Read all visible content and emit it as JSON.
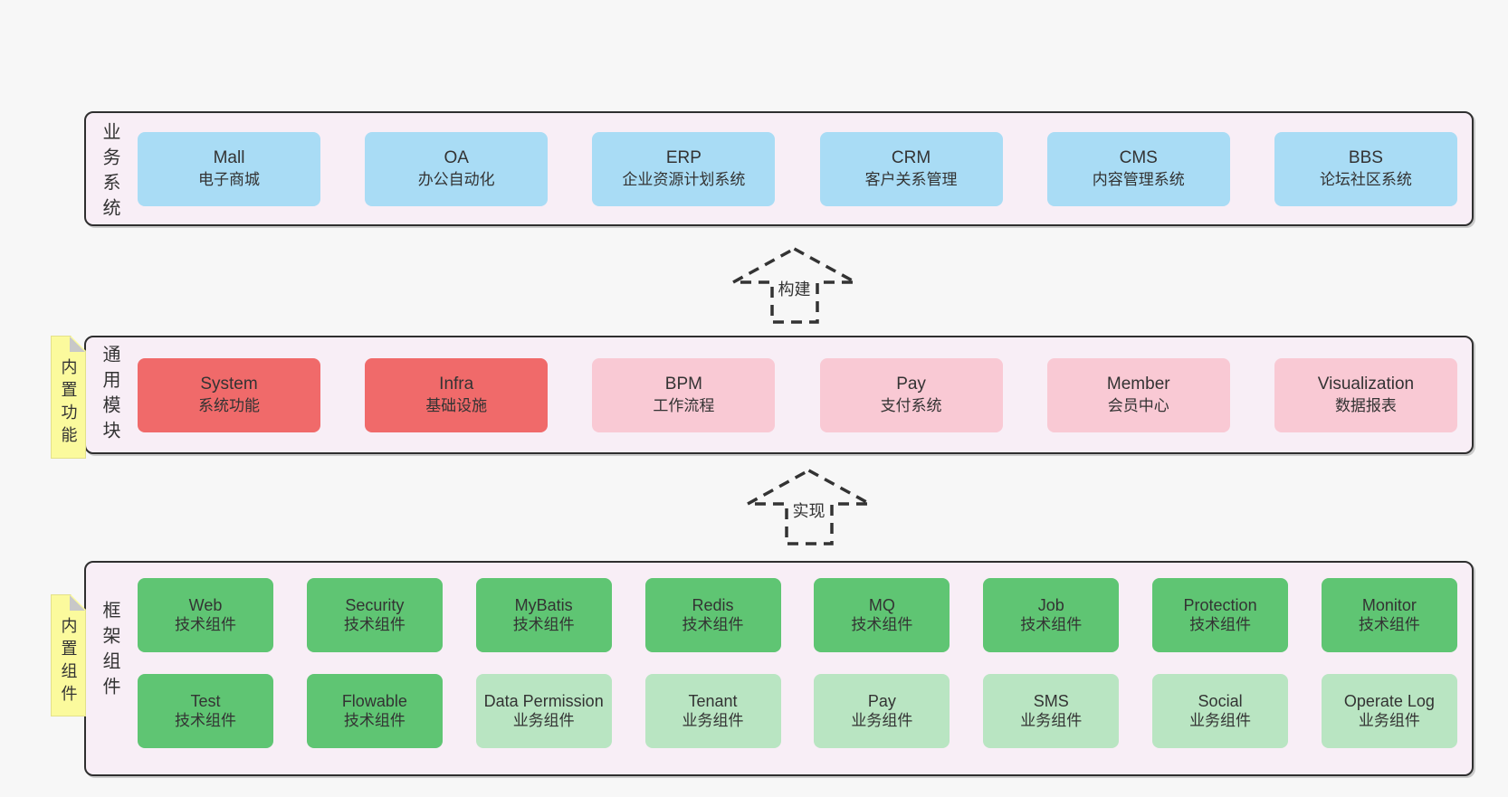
{
  "colors": {
    "page_background": "#f7f7f7",
    "panel_background": "#f8eef6",
    "panel_border": "#2f2f2f",
    "business_box": "#a9dcf5",
    "core_module_box": "#f06a6a",
    "module_box": "#f9c9d4",
    "tech_component_box": "#5fc573",
    "biz_component_box": "#b9e5c2",
    "sticky_note": "#fbfa9d",
    "note_fold": "#c8c8c8",
    "text": "#333333"
  },
  "arrow1": {
    "label": "构建"
  },
  "arrow2": {
    "label": "实现"
  },
  "row1": {
    "label": "业务系统",
    "boxes": [
      {
        "name": "Mall",
        "desc": "电子商城"
      },
      {
        "name": "OA",
        "desc": "办公自动化"
      },
      {
        "name": "ERP",
        "desc": "企业资源计划系统"
      },
      {
        "name": "CRM",
        "desc": "客户关系管理"
      },
      {
        "name": "CMS",
        "desc": "内容管理系统"
      },
      {
        "name": "BBS",
        "desc": "论坛社区系统"
      }
    ]
  },
  "row2": {
    "label": "通用模块",
    "note": "内置功能",
    "boxes": [
      {
        "name": "System",
        "desc": "系统功能"
      },
      {
        "name": "Infra",
        "desc": "基础设施"
      },
      {
        "name": "BPM",
        "desc": "工作流程"
      },
      {
        "name": "Pay",
        "desc": "支付系统"
      },
      {
        "name": "Member",
        "desc": "会员中心"
      },
      {
        "name": "Visualization",
        "desc": "数据报表"
      }
    ]
  },
  "row3": {
    "label": "框架组件",
    "note": "内置组件",
    "top": [
      {
        "name": "Web",
        "desc": "技术组件"
      },
      {
        "name": "Security",
        "desc": "技术组件"
      },
      {
        "name": "MyBatis",
        "desc": "技术组件"
      },
      {
        "name": "Redis",
        "desc": "技术组件"
      },
      {
        "name": "MQ",
        "desc": "技术组件"
      },
      {
        "name": "Job",
        "desc": "技术组件"
      },
      {
        "name": "Protection",
        "desc": "技术组件"
      },
      {
        "name": "Monitor",
        "desc": "技术组件"
      }
    ],
    "bottom": [
      {
        "name": "Test",
        "desc": "技术组件"
      },
      {
        "name": "Flowable",
        "desc": "技术组件"
      },
      {
        "name": "Data Permission",
        "desc": "业务组件"
      },
      {
        "name": "Tenant",
        "desc": "业务组件"
      },
      {
        "name": "Pay",
        "desc": "业务组件"
      },
      {
        "name": "SMS",
        "desc": "业务组件"
      },
      {
        "name": "Social",
        "desc": "业务组件"
      },
      {
        "name": "Operate Log",
        "desc": "业务组件"
      }
    ]
  }
}
